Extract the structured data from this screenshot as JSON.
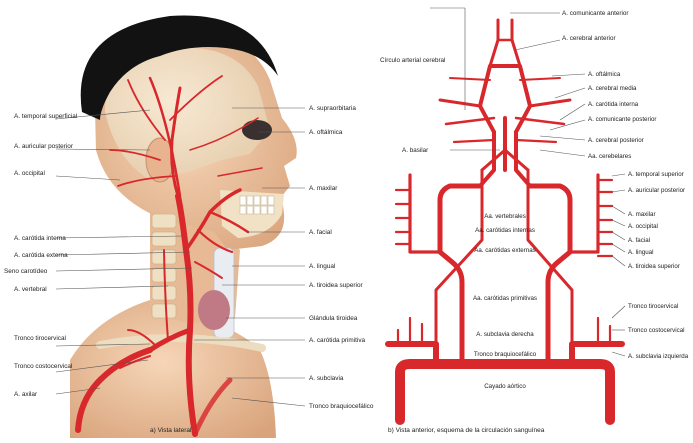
{
  "colors": {
    "artery": "#d8282c",
    "artery_dark": "#a81a1e",
    "skin": "#f0c8a4",
    "skin_shade": "#d9a47c",
    "bone": "#f3e4cc",
    "hair": "#121212",
    "thyroid": "#c07a86",
    "leader": "#555555",
    "text": "#222222"
  },
  "panel_a": {
    "caption": "a) Vista lateral",
    "left_labels": [
      "A. temporal superficial",
      "A. auricular posterior",
      "A. occipital",
      "A. carótida interna",
      "A. carótida externa",
      "Seno carotídeo",
      "A. vertebral",
      "Tronco tirocervical",
      "Tronco costocervical",
      "A. axilar"
    ],
    "right_labels": [
      "A. supraorbitaria",
      "A. oftálmica",
      "A. maxilar",
      "A. facial",
      "A. lingual",
      "A. tiroidea superior",
      "Glándula tiroidea",
      "A. carótida primitiva",
      "A. subclavia",
      "Tronco braquiocefálico"
    ]
  },
  "panel_b": {
    "caption": "b) Vista anterior, esquema de la circulación sanguínea",
    "top_labels": [
      "A. comunicante anterior",
      "A. cerebral anterior"
    ],
    "circle_label": "Círculo arterial cerebral",
    "right_labels": [
      "A. oftálmica",
      "A. cerebral media",
      "A. carótida interna",
      "A. comunicante posterior",
      "A. cerebral posterior",
      "Aa. cerebelares",
      "A. temporal superior",
      "A. auricular posterior",
      "A. maxilar",
      "A. occipital",
      "A. facial",
      "A. lingual",
      "A. tiroidea superior",
      "Tronco tirocervical",
      "Tronco costocervical",
      "A. subclavia izquierda"
    ],
    "basilar_label": "A. basilar",
    "center_labels": [
      "Aa. vertebrales",
      "Aa. carótidas internas",
      "Aa. carótidas externas",
      "Aa. carótidas primitivas",
      "A. subclavia derecha",
      "Tronco braquiocefálico",
      "Cayado aórtico"
    ]
  }
}
